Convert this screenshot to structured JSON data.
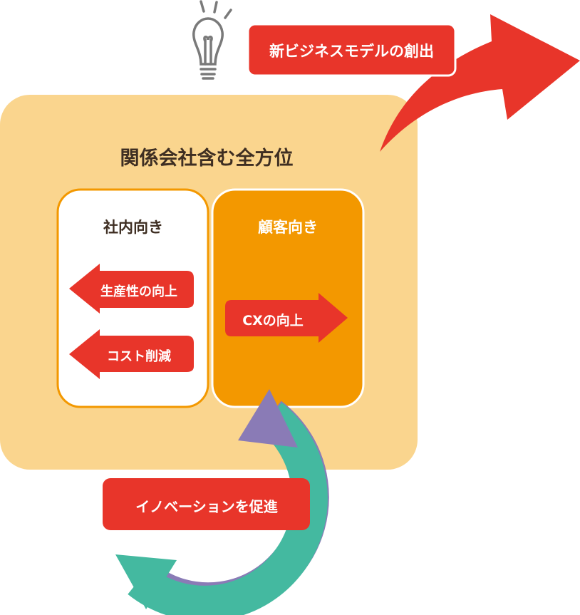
{
  "colors": {
    "red": "#e8352a",
    "orange": "#f39800",
    "pale_orange": "#fad58e",
    "purple": "#8a7bb6",
    "teal": "#44b9a0",
    "dark_text": "#3e2e22",
    "bulb_gray": "#7a7a7a"
  },
  "top_label": "新ビジネスモデルの創出",
  "container_title": "関係会社含む全方位",
  "internal": {
    "title": "社内向き",
    "arrows": [
      "生産性の向上",
      "コスト削減"
    ]
  },
  "customer": {
    "title": "顧客向き",
    "arrows": [
      "CXの向上"
    ]
  },
  "cycle_label": "イノベーションを促進",
  "icons": [
    "lightbulb-icon",
    "upward-curved-arrow-icon",
    "cycle-arrows-icon"
  ]
}
